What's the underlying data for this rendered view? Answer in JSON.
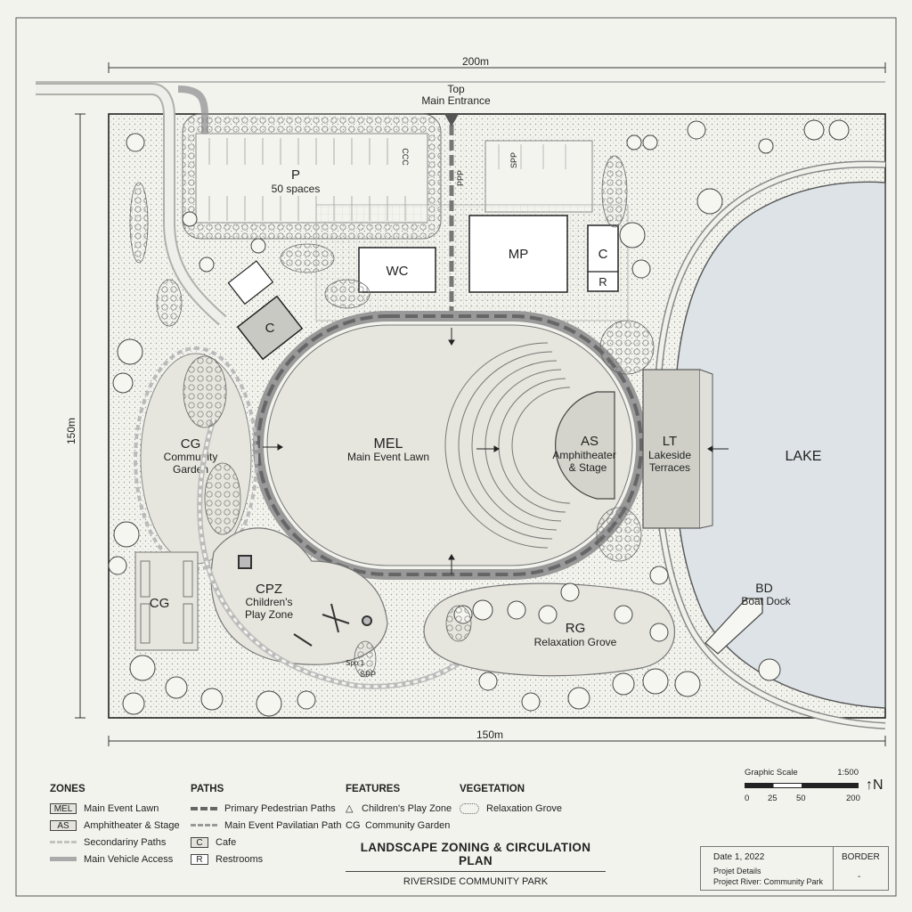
{
  "dimensions": {
    "top_width": "200m",
    "bottom_width": "150m",
    "left_height": "150m"
  },
  "entrance": {
    "label_line1": "Top",
    "label_line2": "Main Entrance",
    "path_code": "PPP"
  },
  "parking": {
    "code": "P",
    "label": "50 spaces",
    "marking_left": "CCC",
    "marking_right": "SPP"
  },
  "zones": {
    "wc": {
      "code": "WC"
    },
    "mp": {
      "code": "MP"
    },
    "c_top": {
      "code": "C"
    },
    "r_top": {
      "code": "R"
    },
    "cafe": {
      "code": "C"
    },
    "mel": {
      "code": "MEL",
      "name": "Main Event Lawn"
    },
    "as": {
      "code": "AS",
      "name_line1": "Amphitheater",
      "name_line2": "& Stage"
    },
    "lt": {
      "code": "LT",
      "name_line1": "Lakeside",
      "name_line2": "Terraces"
    },
    "lake": {
      "code": "LAKE"
    },
    "cg": {
      "code": "CG",
      "name_line1": "Community",
      "name_line2": "Garden"
    },
    "cg_plots": {
      "code": "CG"
    },
    "cpz": {
      "code": "CPZ",
      "name_line1": "Children's",
      "name_line2": "Play Zone"
    },
    "rg": {
      "code": "RG",
      "name": "Relaxation Grove"
    },
    "bd": {
      "code": "BD",
      "name": "Boat Dock"
    }
  },
  "path_labels": {
    "spp": "SPP",
    "spp_small": "Spp 1"
  },
  "legend": {
    "zones": {
      "heading": "ZONES",
      "items": [
        {
          "swatch": "MEL",
          "label": "Main Event Lawn"
        },
        {
          "swatch": "AS",
          "label": "Amphitheater & Stage"
        },
        {
          "swatch": "",
          "label": "Secondariny Paths"
        },
        {
          "swatch": "",
          "label": "Main Vehicle Access"
        }
      ]
    },
    "paths": {
      "heading": "PATHS",
      "items": [
        {
          "swatch": "",
          "label": "Primary Pedestrian Paths"
        },
        {
          "swatch": "",
          "label": "Main Event Pavilatian Path"
        },
        {
          "swatch": "C",
          "label": "Cafe"
        },
        {
          "swatch": "R",
          "label": "Restrooms"
        }
      ]
    },
    "features": {
      "heading": "FEATURES",
      "items": [
        {
          "swatch": "△",
          "label": "Children's Play Zone"
        },
        {
          "swatch": "CG",
          "label": "Community Garden"
        }
      ]
    },
    "vegetation": {
      "heading": "VEGETATION",
      "items": [
        {
          "swatch": "",
          "label": "Relaxation Grove"
        }
      ]
    }
  },
  "title_block": {
    "title": "LANDSCAPE ZONING & CIRCULATION PLAN",
    "subtitle": "RIVERSIDE COMMUNITY PARK"
  },
  "info_block": {
    "date": "Date 1, 2022",
    "border_label": "BORDER",
    "details_line1": "Projet Details",
    "details_line2": "Project River: Community Park",
    "dash": "-"
  },
  "scale": {
    "label": "Graphic Scale",
    "ratio": "1:500",
    "ticks": [
      "0",
      "25",
      "50",
      "200"
    ],
    "north": "↑N"
  },
  "colors": {
    "zone_fill": "#e6e6de",
    "lake": "#dde3e6",
    "building": "#ffffff",
    "cafe": "#c9c9c3",
    "path_primary": "#777777",
    "background": "#f3f3ee"
  }
}
